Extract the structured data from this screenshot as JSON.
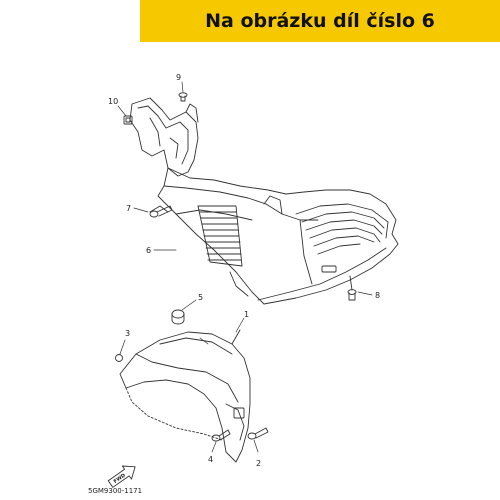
{
  "banner": {
    "text": "Na obrázku díl číslo 6",
    "color": "#f6c800"
  },
  "callouts": [
    "1",
    "2",
    "3",
    "4",
    "5",
    "6",
    "7",
    "8",
    "9",
    "10"
  ],
  "fwd_label": "FWD",
  "drawing_code": "5GM9300-1171",
  "icons": {
    "fwd": "fwd-arrow-icon"
  }
}
